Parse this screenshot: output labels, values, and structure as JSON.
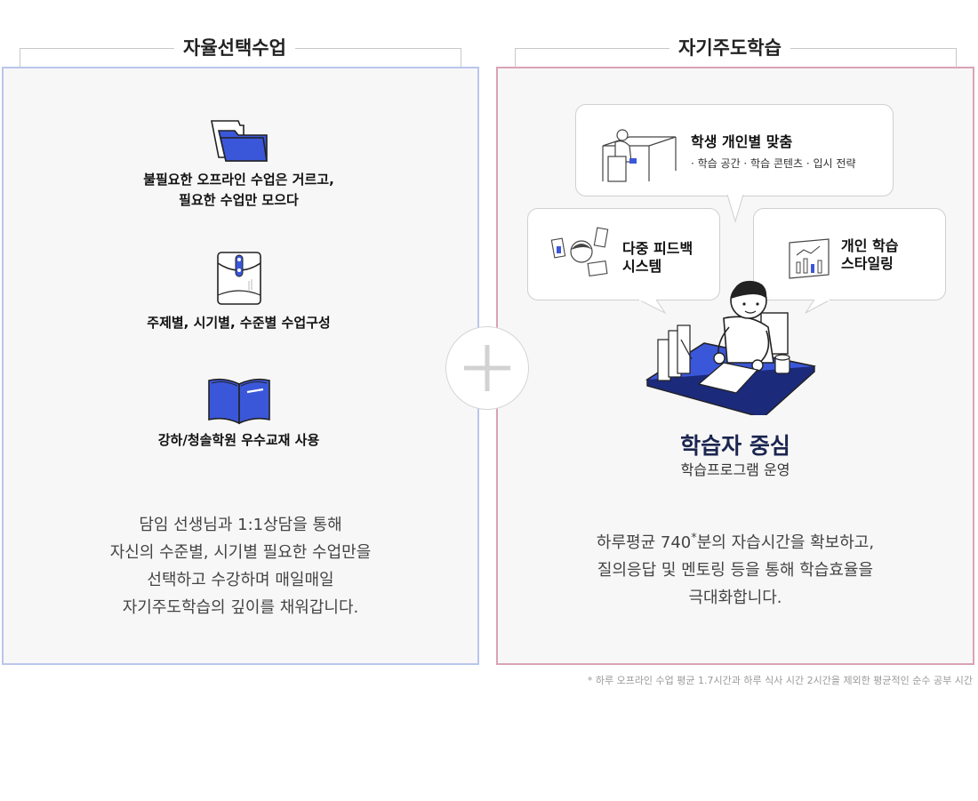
{
  "left": {
    "title": "자율선택수업",
    "features": [
      {
        "line1": "불필요한 오프라인 수업은 거르고,",
        "line2": "필요한 수업만 모으다",
        "icon": "folder-icon"
      },
      {
        "line1": "주제별, 시기별, 수준별 수업구성",
        "icon": "envelope-icon"
      },
      {
        "line1": "강하/청솔학원 우수교재 사용",
        "icon": "book-icon"
      }
    ],
    "description": [
      "담임 선생님과 1:1상담을 통해",
      "자신의 수준별, 시기별 필요한 수업만을",
      "선택하고 수강하며 매일매일",
      "자기주도학습의 깊이를 채워갑니다."
    ]
  },
  "right": {
    "title": "자기주도학습",
    "bubbles": {
      "top": {
        "title": "학생 개인별 맞춤",
        "sub": "· 학습 공간  · 학습 콘텐츠  · 입시 전략",
        "icon": "desk-student-icon"
      },
      "left": {
        "line1": "다중 피드백",
        "line2": "시스템",
        "icon": "feedback-icon"
      },
      "right": {
        "line1": "개인 학습",
        "line2": "스타일링",
        "icon": "chart-board-icon"
      }
    },
    "center_title": "학습자 중심",
    "center_sub": "학습프로그램 운영",
    "description": {
      "line1_pre": "하루평균 740",
      "line1_mark": "*",
      "line1_post": "분의 자습시간을 확보하고,",
      "line2": "질의응답 및 멘토링 등을 통해 학습효율을",
      "line3": "극대화합니다."
    }
  },
  "footnote": "* 하루 오프라인 수업 평균 1.7시간과 하루 식사 시간 2시간을 제외한 평균적인 순수 공부 시간",
  "colors": {
    "accent_blue": "#3b57d9",
    "left_border": "#b9c6ec",
    "right_border": "#d9a3b4",
    "panel_bg": "#f7f7f7",
    "navy_title": "#1b2550"
  }
}
